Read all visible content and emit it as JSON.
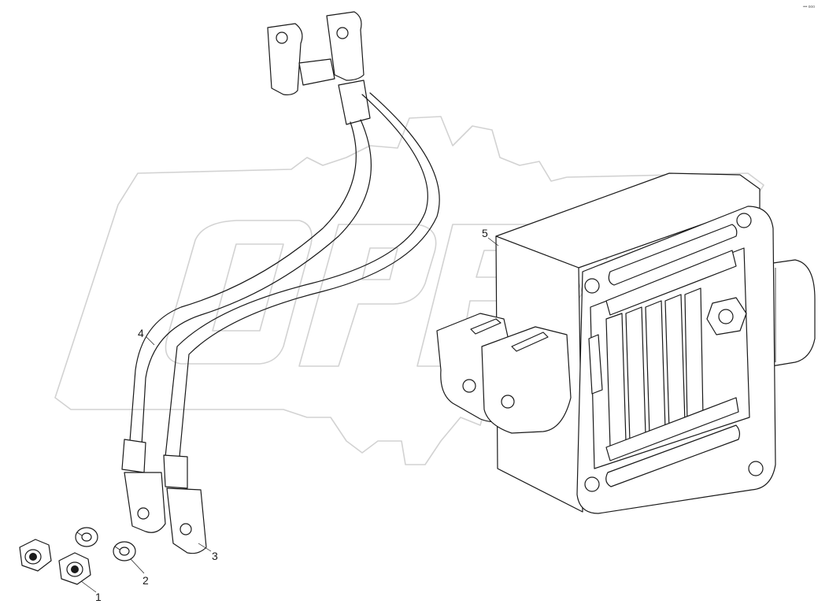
{
  "watermark": {
    "text": "OPEX"
  },
  "corner_mark": "••• ooo",
  "callouts": [
    {
      "id": "1",
      "label": "1"
    },
    {
      "id": "2",
      "label": "2"
    },
    {
      "id": "3",
      "label": "3"
    },
    {
      "id": "4",
      "label": "4"
    },
    {
      "id": "5",
      "label": "5"
    }
  ],
  "parts": [
    {
      "callout": "1",
      "icon": "hex-nut-icon"
    },
    {
      "callout": "2",
      "icon": "spring-washer-icon"
    },
    {
      "callout": "3",
      "icon": "cable-icon"
    },
    {
      "callout": "4",
      "icon": "cable-icon"
    },
    {
      "callout": "5",
      "icon": "regulator-block-icon"
    }
  ]
}
